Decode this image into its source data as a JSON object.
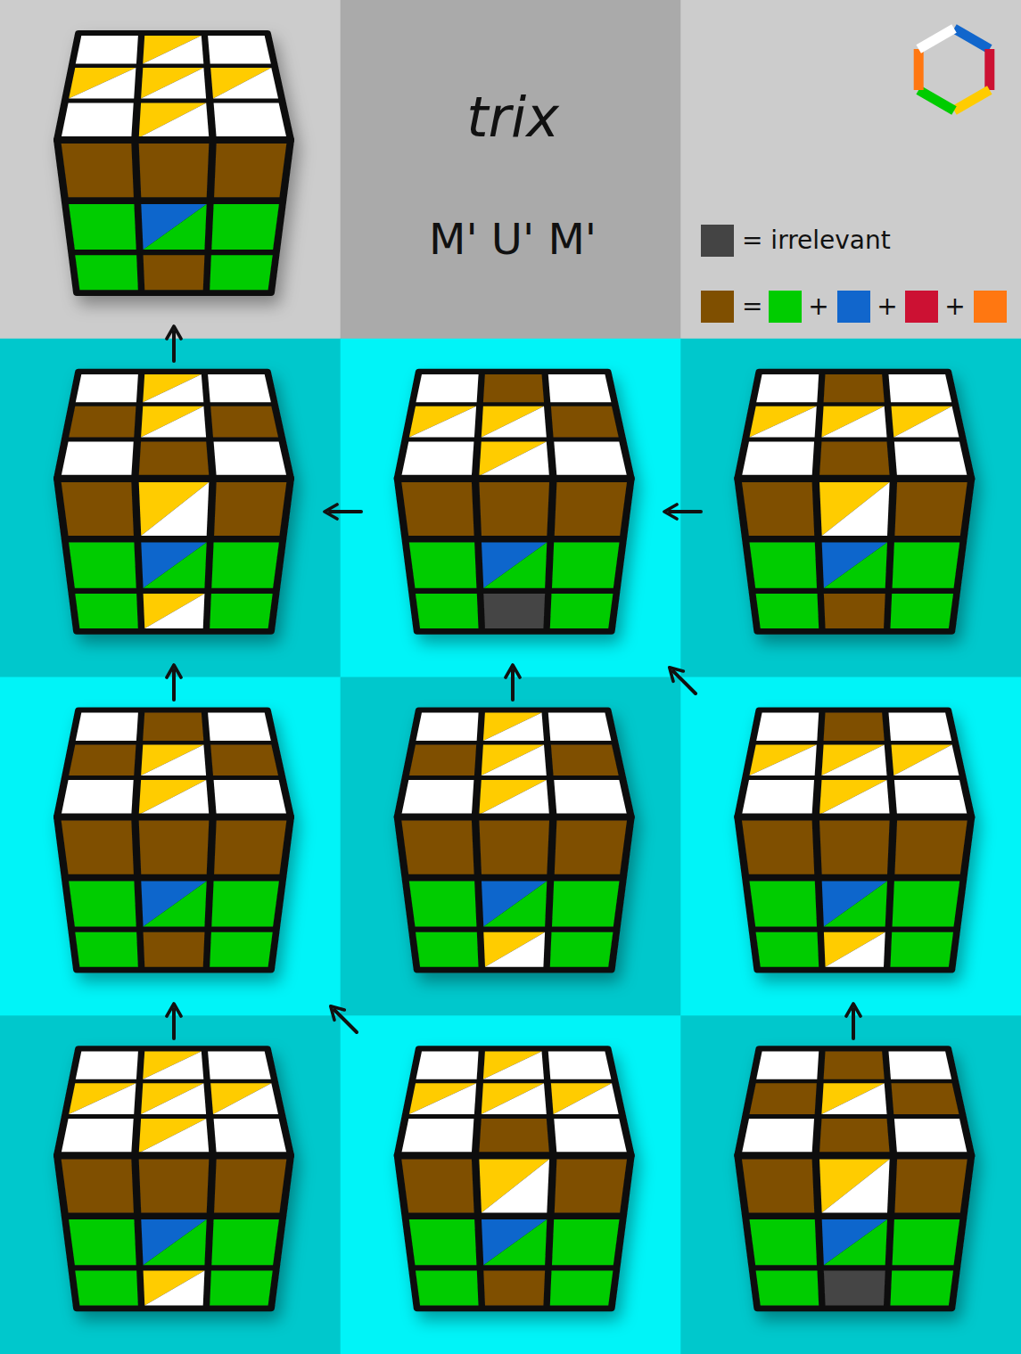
{
  "diagram": {
    "title": "trix",
    "labels": [
      "M' U' M'",
      "+",
      "+",
      "+"
    ],
    "legend": [
      {
        "text": "= irrelevant",
        "color": "#444444"
      },
      {
        "text": "=",
        "color": "#7f4f00"
      }
    ]
  }
}
